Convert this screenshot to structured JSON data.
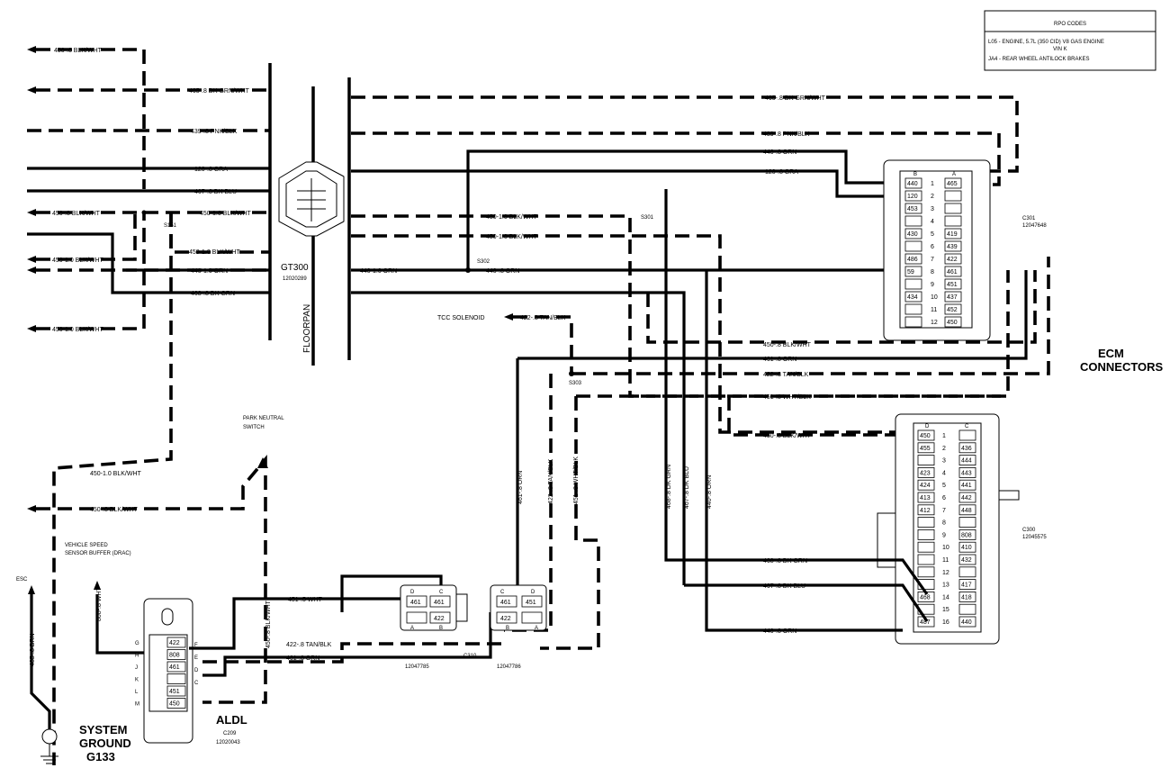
{
  "rpo_box": {
    "title": "RPO CODES",
    "line1": "L05 - ENGINE, 5.7L (350 CID) V8 GAS ENGINE",
    "line1b": "VIN K",
    "line2": "JA4 - REAR WHEEL ANTILOCK BRAKES"
  },
  "left_wires": {
    "w1": "450-.8 BLK/WHT",
    "w2": "465-.8 DK GRN/WHT",
    "w3": "439-.8 PNK/BLK",
    "w4": "120-.8 GRA",
    "w5": "467-.8 DK BLU",
    "w6": "450-.8 BLK/WHT",
    "w6b": "450-1.0 BLK/WHT",
    "w7": "450-1.0 BLK/WHT",
    "w8": "450-1.0 BLK/WHT",
    "w9": "440-1.0 ORN",
    "w10": "468-.8 DK GRN",
    "w11": "450-1.0 BLK/WHT"
  },
  "splices": {
    "s151": "S151",
    "s302": "S302",
    "s301": "S301",
    "s303": "S303"
  },
  "gt300": {
    "name": "GT300",
    "part": "12020289",
    "floorpan": "FLOORPAN"
  },
  "right_wires": {
    "r1": "465-.8 DK GRN/WHT",
    "r2": "439-.8 PNK/BLK",
    "r3": "440-.8 ORN",
    "r4": "120-.8 GRA",
    "r5": "450-1.0 BLK/WHT",
    "r6": "450-1.0 BLK/WHT",
    "r7": "440-1.0 ORN",
    "r8": "440-.8 ORN",
    "r9": "450-.8 BLK/WHT",
    "r10": "461-.8 ORN",
    "r11": "422-.8 TAN/BLK",
    "r12": "451-.8 WHT/BLK",
    "r13": "450-.8 BLK/WHT"
  },
  "tcc": {
    "label": "TCC SOLENOID",
    "wire": "422-.8 TAN/BLK"
  },
  "c301": {
    "name": "C301",
    "part": "12047648",
    "col_b": "B",
    "col_a": "A",
    "rows": [
      "1",
      "2",
      "3",
      "4",
      "5",
      "6",
      "7",
      "8",
      "9",
      "10",
      "11",
      "12"
    ],
    "b": [
      "440",
      "120",
      "453",
      "",
      "430",
      "",
      "486",
      "59",
      "",
      "434",
      "",
      ""
    ],
    "a": [
      "465",
      "",
      "",
      "",
      "419",
      "439",
      "422",
      "461",
      "451",
      "437",
      "452",
      "450"
    ]
  },
  "ecm": {
    "l1": "ECM",
    "l2": "CONNECTORS"
  },
  "c300": {
    "name": "C300",
    "part": "12045575",
    "col_d": "D",
    "col_c": "C",
    "rows": [
      "1",
      "2",
      "3",
      "4",
      "5",
      "6",
      "7",
      "8",
      "9",
      "10",
      "11",
      "12",
      "13",
      "14",
      "15",
      "16"
    ],
    "d": [
      "450",
      "455",
      "",
      "423",
      "424",
      "413",
      "412",
      "",
      "",
      "",
      "",
      "",
      "",
      "468",
      "",
      "487"
    ],
    "c": [
      "",
      "436",
      "444",
      "443",
      "441",
      "442",
      "448",
      "",
      "808",
      "410",
      "432",
      "",
      "417",
      "418",
      "",
      "440"
    ]
  },
  "vertical_wires": {
    "v1": "461-.8 ORN",
    "v2": "422-.8 TAN/BLK",
    "v3": "451-.8 WHT/BLK",
    "v4": "468-.8 DK GRN",
    "v5": "467-.8 DK BLU",
    "v6": "440-.8 ORN",
    "v7": "450-.8 BLK/WHT",
    "v8": "808-.8 WHT",
    "v9": "485-.8 BRN"
  },
  "c300_wires": {
    "w1": "468-.8 DK GRN",
    "w2": "467-.8 DK BLU",
    "w3": "440-.8 ORN"
  },
  "lower_left": {
    "w1": "450-1.0 BLK/WHT",
    "w2": "450-.8 BLK/WHT",
    "park_neutral": "PARK NEUTRAL",
    "park_neutral2": "SWITCH",
    "vss1": "VEHICLE SPEED",
    "vss2": "SENSOR BUFFER (DRAC)",
    "esc": "ESC",
    "ground1": "SYSTEM",
    "ground2": "GROUND",
    "ground3": "G133"
  },
  "aldl": {
    "name": "ALDL",
    "conn": "C209",
    "part": "12020043",
    "letters": [
      "G",
      "H",
      "J",
      "K",
      "L",
      "M"
    ],
    "pins": [
      "422",
      "808",
      "461",
      "",
      "451",
      "450"
    ],
    "side": [
      "F",
      "E",
      "D",
      "C"
    ]
  },
  "aldl_wires": {
    "w1": "451-.5 WHT",
    "w2": "422-.8 TAN/BLK",
    "w3": "461-.8 ORN"
  },
  "conn1": {
    "d": "D",
    "c": "C",
    "b": "B",
    "a": "A",
    "p1": "461",
    "p2": "461",
    "p3": "422",
    "part": "12047785"
  },
  "conn2": {
    "c": "C",
    "d": "D",
    "b": "B",
    "a": "A",
    "p1": "461",
    "p2": "451",
    "p3": "422",
    "part": "12047786"
  },
  "c310": "C310"
}
